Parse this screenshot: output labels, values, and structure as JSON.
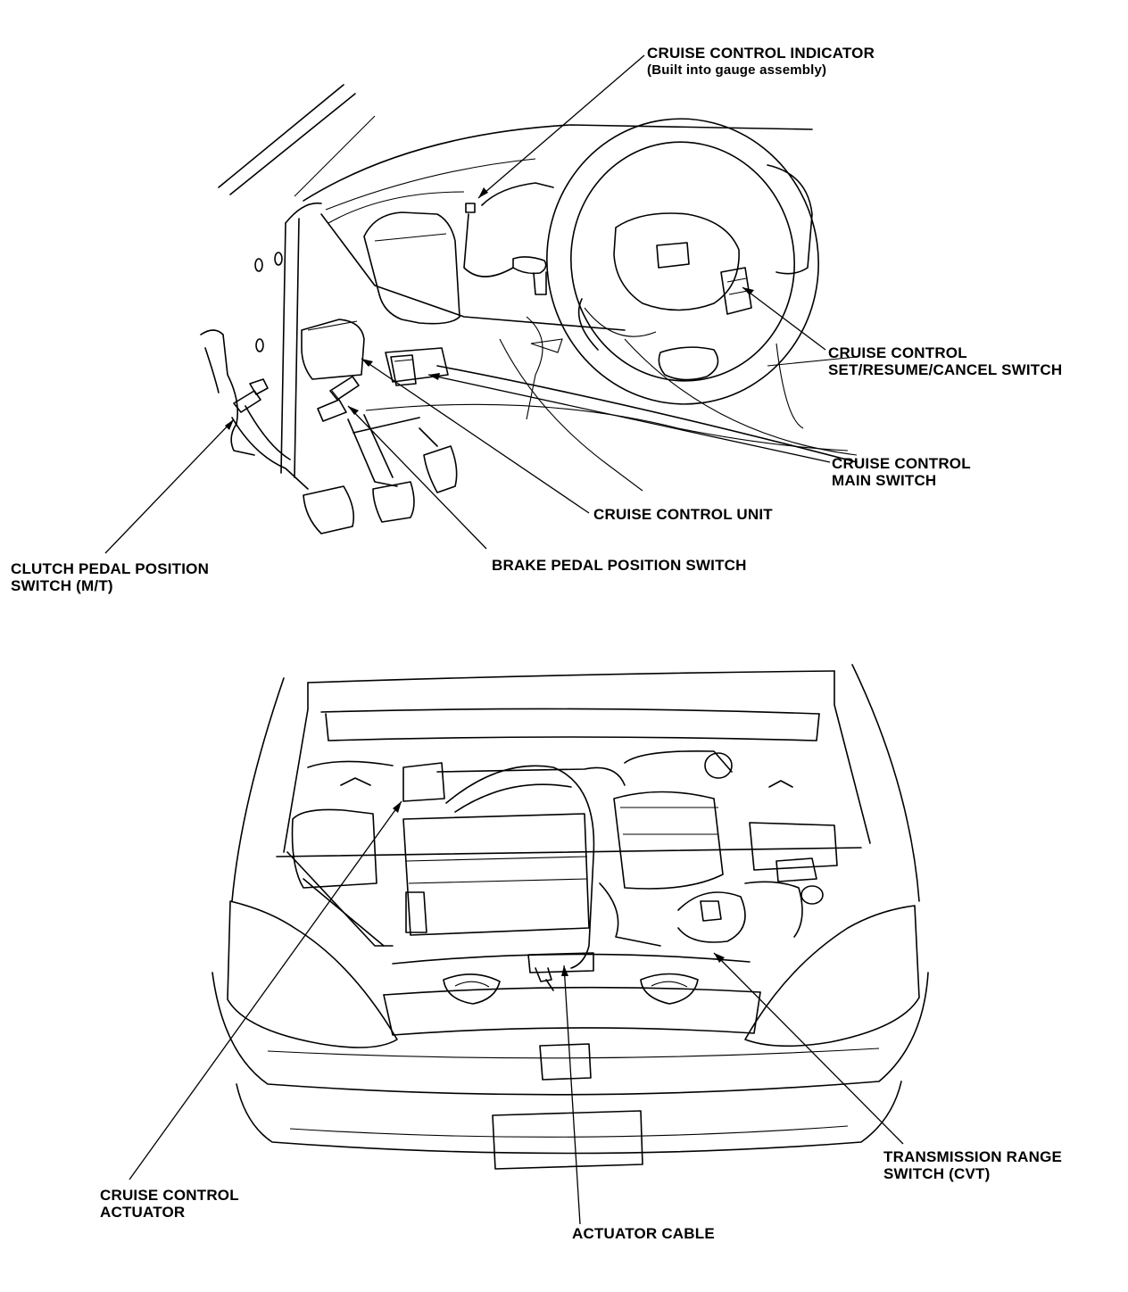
{
  "labels": {
    "indicator": "CRUISE CONTROL INDICATOR",
    "indicator_note": "(Built into gauge assembly)",
    "set_resume_1": "CRUISE CONTROL",
    "set_resume_2": "SET/RESUME/CANCEL SWITCH",
    "main_switch_1": "CRUISE CONTROL",
    "main_switch_2": "MAIN SWITCH",
    "control_unit": "CRUISE CONTROL UNIT",
    "clutch_1": "CLUTCH PEDAL POSITION",
    "clutch_2": "SWITCH (M/T)",
    "brake": "BRAKE PEDAL POSITION SWITCH",
    "actuator_1": "CRUISE CONTROL",
    "actuator_2": "ACTUATOR",
    "actuator_cable": "ACTUATOR CABLE",
    "trans_range_1": "TRANSMISSION RANGE",
    "trans_range_2": "SWITCH (CVT)"
  }
}
